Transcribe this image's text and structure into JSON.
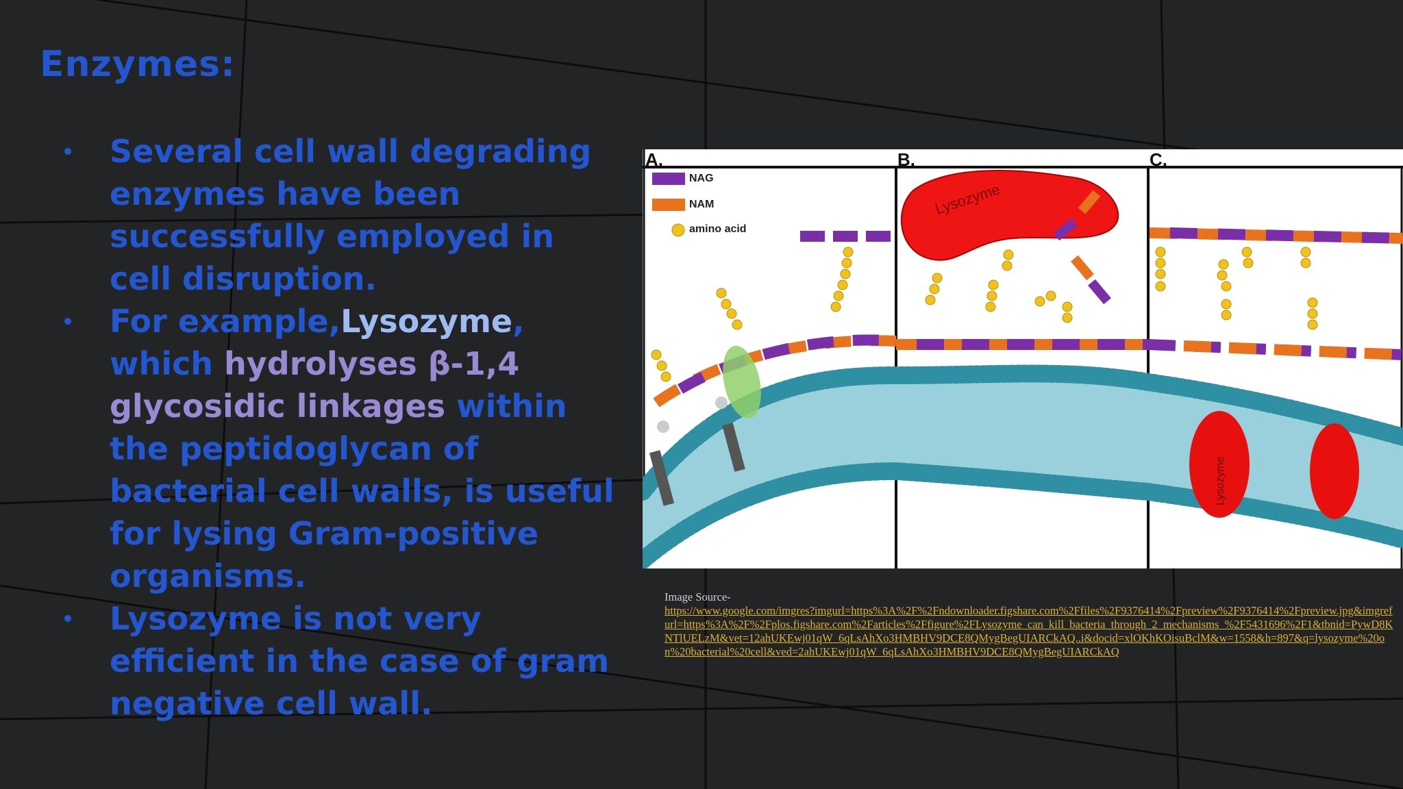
{
  "slide": {
    "title": "Enzymes:",
    "bullets": [
      {
        "segments": [
          {
            "text": "Several cell wall degrading enzymes have been successfully employed in cell disruption.",
            "style": "normal"
          }
        ]
      },
      {
        "segments": [
          {
            "text": "For example,",
            "style": "normal"
          },
          {
            "text": "Lysozyme",
            "style": "light"
          },
          {
            "text": ", which ",
            "style": "normal"
          },
          {
            "text": "hydrolyses β-1,4 glycosidic linkages",
            "style": "purple"
          },
          {
            "text": " within the peptidoglycan of bacterial cell walls, is useful for lysing Gram-positive organisms.",
            "style": "normal"
          }
        ]
      },
      {
        "segments": [
          {
            "text": "Lysozyme is not very efficient in the case of gram negative cell wall.",
            "style": "normal"
          }
        ]
      }
    ]
  },
  "figure": {
    "panels": [
      "A.",
      "B.",
      "C."
    ],
    "legend": [
      {
        "label": "NAG",
        "color": "#7a2fa8"
      },
      {
        "label": "NAM",
        "color": "#e8731c"
      },
      {
        "label": "amino acid",
        "color": "#f1c21b"
      }
    ],
    "enzyme_label": "Lysozyme",
    "enzyme_color": "#f01515",
    "membrane_color": "#2f8fa3"
  },
  "source": {
    "label": "Image Source-",
    "url": "https://www.google.com/imgres?imgurl=https%3A%2F%2Fndownloader.figshare.com%2Ffiles%2F9376414%2Fpreview%2F9376414%2Fpreview.jpg&imgrefurl=https%3A%2F%2Fplos.figshare.com%2Farticles%2Ffigure%2FLysozyme_can_kill_bacteria_through_2_mechanisms_%2F5431696%2F1&tbnid=PywD8KNTlUELzM&vet=12ahUKEwj01qW_6qLsAhXo3HMBHV9DCE8QMygBegUIARCkAQ..i&docid=xlOKhKOisuBclM&w=1558&h=897&q=lysozyme%20on%20bacterial%20cell&ved=2ahUKEwj01qW_6qLsAhXo3HMBHV9DCE8QMygBegUIARCkAQ"
  },
  "colors": {
    "background": "#232426",
    "text_blue": "#2357d2",
    "text_light": "#9ebbf4",
    "text_purple": "#9a8ad6",
    "link": "#e0b12a"
  }
}
